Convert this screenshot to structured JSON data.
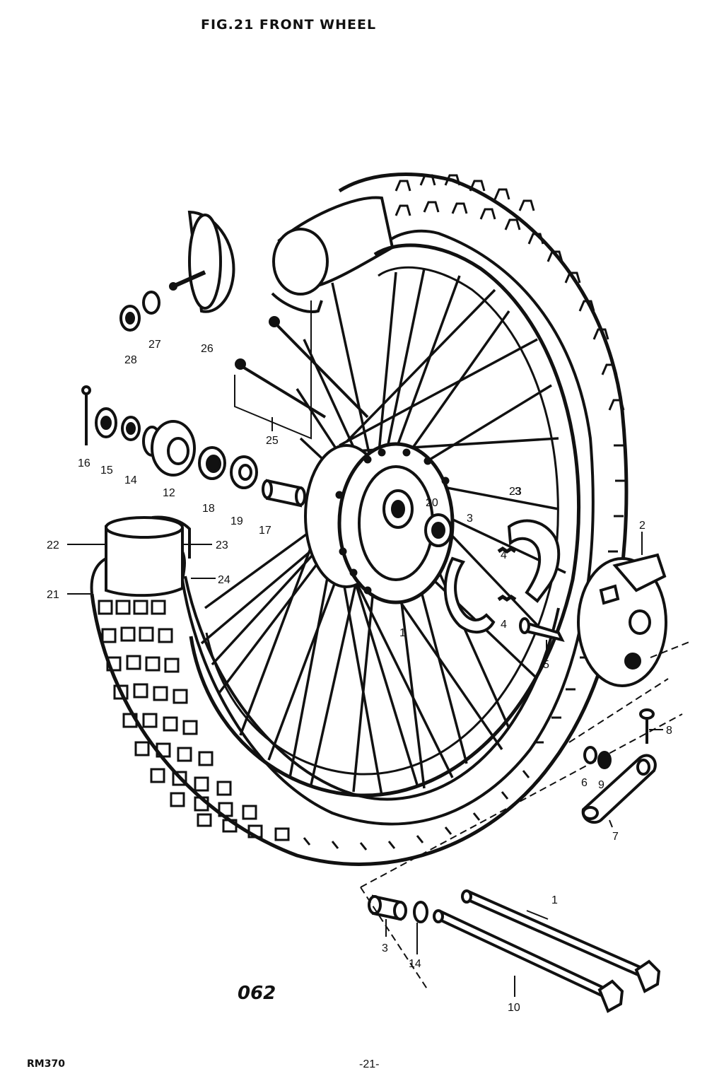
{
  "title": "FIG.21  FRONT WHEEL",
  "figure_code": "062",
  "model": "RM370",
  "page_number": "-21-",
  "callouts": [
    {
      "id": "c1a",
      "label": "1"
    },
    {
      "id": "c1b",
      "label": "1"
    },
    {
      "id": "c2",
      "label": "2"
    },
    {
      "id": "c3a",
      "label": "3"
    },
    {
      "id": "c3b",
      "label": "3"
    },
    {
      "id": "c3c",
      "label": "3"
    },
    {
      "id": "c4a",
      "label": "4"
    },
    {
      "id": "c4b",
      "label": "4"
    },
    {
      "id": "c5",
      "label": "5"
    },
    {
      "id": "c6",
      "label": "6"
    },
    {
      "id": "c7",
      "label": "7"
    },
    {
      "id": "c8",
      "label": "8"
    },
    {
      "id": "c9",
      "label": "9"
    },
    {
      "id": "c10",
      "label": "10"
    },
    {
      "id": "c12",
      "label": "12"
    },
    {
      "id": "c14a",
      "label": "14"
    },
    {
      "id": "c14b",
      "label": "14"
    },
    {
      "id": "c15",
      "label": "15"
    },
    {
      "id": "c16",
      "label": "16"
    },
    {
      "id": "c17",
      "label": "17"
    },
    {
      "id": "c18",
      "label": "18"
    },
    {
      "id": "c19",
      "label": "19"
    },
    {
      "id": "c20",
      "label": "20"
    },
    {
      "id": "c21",
      "label": "21"
    },
    {
      "id": "c22",
      "label": "22"
    },
    {
      "id": "c23a",
      "label": "23"
    },
    {
      "id": "c23b",
      "label": "23"
    },
    {
      "id": "c24",
      "label": "24"
    },
    {
      "id": "c25",
      "label": "25"
    },
    {
      "id": "c26",
      "label": "26"
    },
    {
      "id": "c27",
      "label": "27"
    },
    {
      "id": "c28",
      "label": "28"
    }
  ]
}
